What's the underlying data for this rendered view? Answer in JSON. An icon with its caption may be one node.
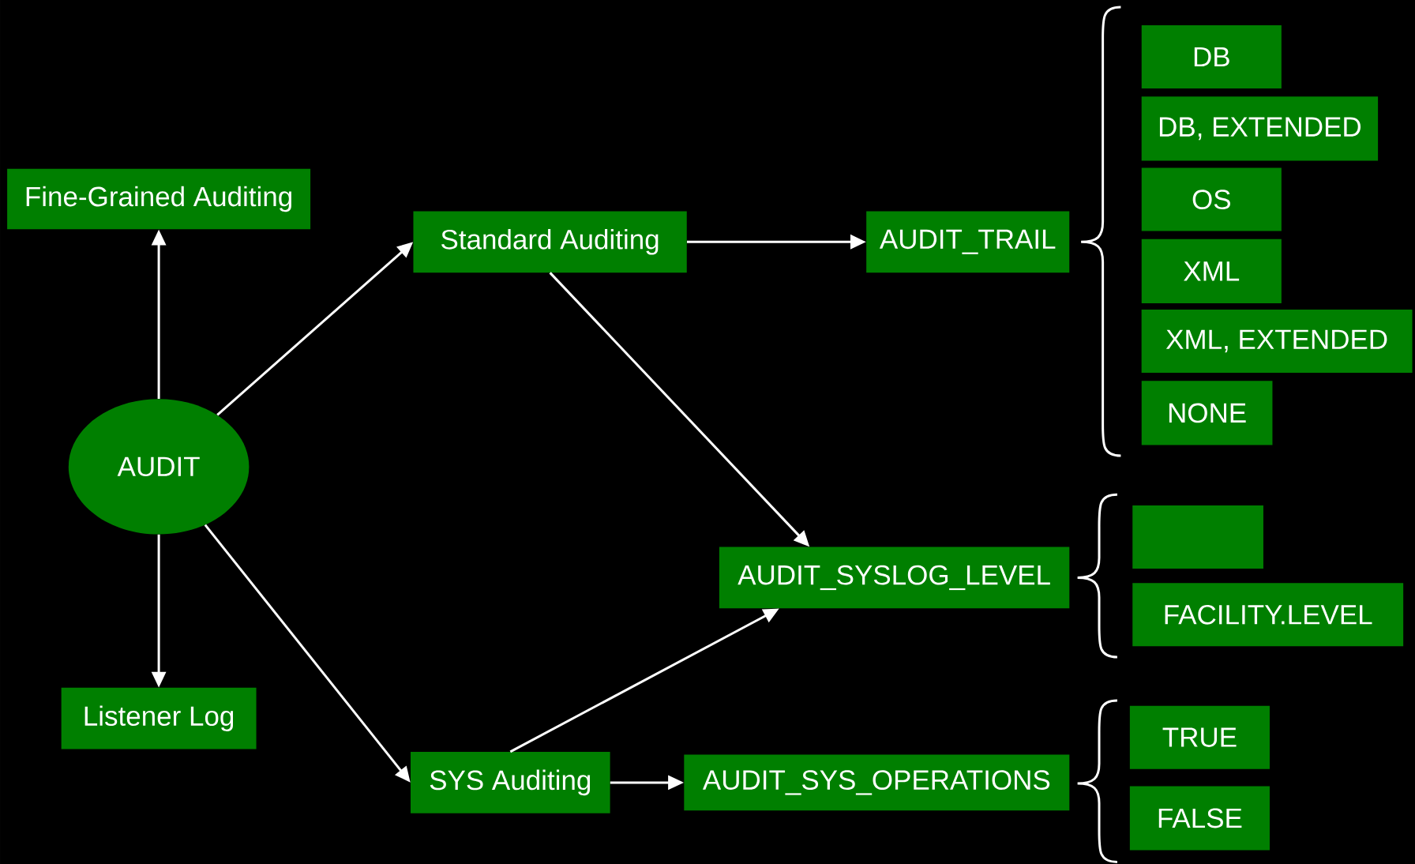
{
  "diagram": {
    "nodes": [
      {
        "text": [
          "Fine-Grained Auditing"
        ]
      },
      {
        "text": [
          "Standard Auditing"
        ]
      },
      {
        "text": [
          "AUDIT_TRAIL"
        ]
      },
      {
        "text": [
          "DB"
        ]
      },
      {
        "text": [
          "DB, EXTENDED"
        ]
      },
      {
        "text": [
          "OS"
        ]
      },
      {
        "text": [
          "XML"
        ]
      },
      {
        "text": [
          "XML, EXTENDED"
        ]
      },
      {
        "text": [
          "NONE"
        ]
      },
      {
        "text": [
          "AUDIT"
        ]
      },
      {
        "text": [
          "AUDIT_SYSLOG_LEVEL"
        ]
      },
      {
        "text": [],
        "shape": "box"
      },
      {
        "text": [
          "FACILITY.LEVEL"
        ]
      },
      {
        "text": [
          "Listener Log"
        ]
      },
      {
        "text": [
          "SYS Auditing"
        ]
      },
      {
        "text": [
          "AUDIT_SYS_OPERATIONS"
        ]
      },
      {
        "text": [
          "TRUE"
        ]
      },
      {
        "text": [
          "FALSE"
        ]
      }
    ],
    "edges": [
      {
        "from": 9,
        "to": 0,
        "arrow": "to"
      },
      {
        "from": 9,
        "to": 1,
        "arrow": "to"
      },
      {
        "from": 1,
        "to": 2,
        "arrow": "to"
      },
      {
        "from": 1,
        "to": 10,
        "arrow": "to"
      },
      {
        "from": 9,
        "to": 13,
        "arrow": "to"
      },
      {
        "from": 9,
        "to": 14,
        "arrow": "to"
      },
      {
        "from": 14,
        "to": 10,
        "arrow": "to"
      },
      {
        "from": 14,
        "to": 15,
        "arrow": "to"
      }
    ]
  }
}
